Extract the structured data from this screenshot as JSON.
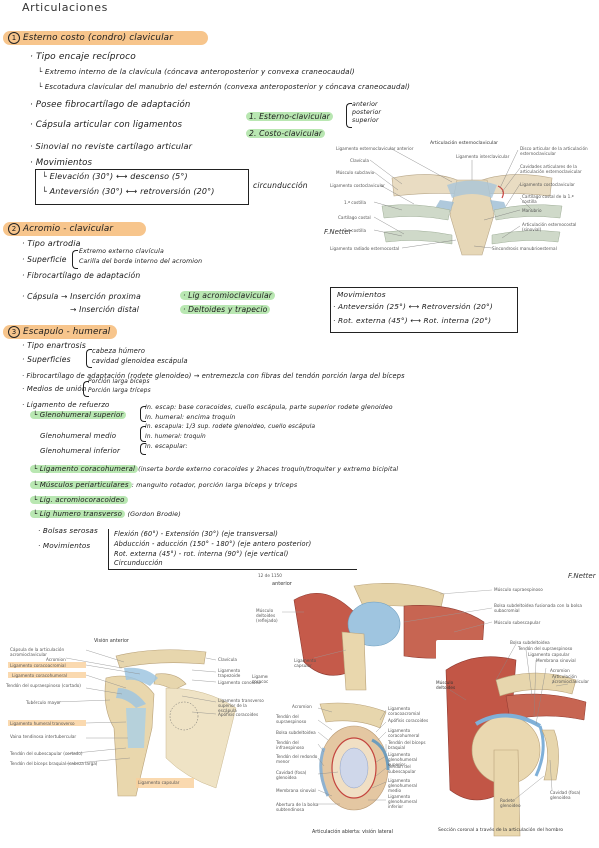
{
  "title": "Articulaciones",
  "s1": {
    "num": "1",
    "heading": "Esterno costo (condro) clavicular",
    "tipo": "· Tipo encaje recíproco",
    "sup1": "└ Extremo interno de la clavícula (cóncava anteroposterior y convexa craneocaudal)",
    "sup2": "└ Escotadura clavicular del manubrio del esternón (convexa anteroposterior y cóncava craneocaudal)",
    "fibro": "· Posee fibrocartílago de adaptación",
    "capsula": "· Cápsula articular con ligamentos",
    "lig1": "1. Esterno-clavicular",
    "lig2": "2. Costo-clavicular",
    "lig1_parts": [
      "anterior",
      "posterior",
      "superior"
    ],
    "sinovial": "· Sinovial no reviste cartílago articular",
    "mov_label": "· Movimientos",
    "mov1": "└ Elevación (30°) ⟷ descenso (5°)",
    "mov2": "└ Anteversión (30°) ⟷ retroversión (20°)",
    "circ": "circunducción",
    "fig_title": "Articulación esternoclavicular",
    "fig_labels": [
      "Ligamento esternoclavicular anterior",
      "Clavícula",
      "Músculo subclavio",
      "Ligamento costoclavicular",
      "1.ª costilla",
      "Cartílago costal",
      "2.ª costilla",
      "Ligamento radiado esternocostal",
      "Ligamento interclavicular",
      "Disco articular de la articulación esternoclavicular",
      "Cavidades articulares de la articulación esternoclavicular",
      "Ligamento costoclavicular",
      "Cartílago costal de la 1.ª costilla",
      "Manubrio",
      "Articulación esternocostal (sinovial)",
      "Sincondrosis manubrioesternal"
    ],
    "signature": "F.Netter"
  },
  "s2": {
    "num": "2",
    "heading": "Acromio - clavicular",
    "tipo": "· Tipo artrodia",
    "sup_label": "· Superficie",
    "sup1": "Extremo externo clavícula",
    "sup2": "Carilla del borde interno del acromion",
    "fibro": "· Fibrocartílago de adaptación",
    "capsula": "· Cápsula → Inserción proxima",
    "cap2": "→ Inserción distal",
    "lig1": "· Lig acromioclavicular",
    "lig2": "· Deltoides y trapecio",
    "mov_label": "Movimientos",
    "mov1": "· Anteversión (25°) ⟷ Retroversión (20°)",
    "mov2": "· Rot. externa (45°) ⟷ Rot. interna (20°)",
    "signature": "F.Netter"
  },
  "s3": {
    "num": "3",
    "heading": "Escapulo - humeral",
    "tipo": "· Tipo enartrosis",
    "sup_label": "· Superficies",
    "sup1": "cabeza húmero",
    "sup2": "cavidad glenoidea escápula",
    "fibro": "· Fibrocartílago de adaptación (rodete glenoideo) → entremezcla con fibras del tendón porción larga del bíceps",
    "medios_label": "· Medios de unión",
    "medios1": "Porción larga bíceps",
    "medios2": "Porción larga tríceps",
    "lig_ref": "· Ligamento de refuerzo",
    "gh_sup": "└ Glenohumeral superior",
    "gh_sup1": "In. escap: base coracoides, cuello escápula, parte superior rodete glenoideo",
    "gh_sup2": "In. humeral: encima troquín",
    "gh_med": "Glenohumeral medio",
    "gh_med1": "In. escapula: 1/3 sup. rodete glenoideo, cuello escápula",
    "gh_med2": "In. humeral: troquín",
    "gh_inf": "Glenohumeral inferior",
    "gh_inf1": "In. escapular:",
    "coraco": "└ Ligamento coracohumeral",
    "coraco_rest": "(inserta borde externo coracoides y 2haces troquín/troquiter y extremo bicipital",
    "musculos": "└ Músculos periarticulares",
    "musculos_rest": ": manguito rotador, porción larga bíceps y tríceps",
    "lig_acr": "└ Lig. acromiocoracoideo",
    "lig_hum": "└ Lig humero transverso",
    "lig_hum_rest": "(Gordon Brodie)",
    "bolsas": "· Bolsas serosas",
    "mov_label": "· Movimientos",
    "mov1": "Flexión (60°) - Extensión (30°) (eje transversal)",
    "mov2": "Abducción - aducción (150° - 180°) (eje antero posterior)",
    "mov3": "Rot. externa (45°) - rot. interna (90°) (eje vertical)",
    "mov4": "Circunducción",
    "fig_anterior_title": "Visión anterior",
    "fig_anterior_labels": [
      "Cápsula de la articulación acromioclavicular",
      "Acromion",
      "Ligamento coracoacromial",
      "Tendón del supraespinoso (cortado)",
      "Ligamento coracohumeral",
      "Tubérculo mayor",
      "Ligamento humeral transverso",
      "Vaina tendinosa intertubercular",
      "Tendón del subescapular (cortado)",
      "Tendón del bíceps braquial (cabeza larga)",
      "Clavícula",
      "Ligamento trapezoide",
      "Ligamento conoideo",
      "Ligamento coracoclavicular",
      "Apófisis coracoides",
      "Ligamento transverso superior de la escápula",
      "Ligamento capsular"
    ],
    "fig_right_title": "anterior",
    "fig_right_labels": [
      "Músculo supraespinoso",
      "Bolsa subdeltoidea fusionada con la bolsa subacromial",
      "Músculo subescapular",
      "Músculo deltoides (reflejado)",
      "Ligamento capsular"
    ],
    "fig_open_title": "Articulación abierta: visión lateral",
    "fig_open_labels": [
      "Acromion",
      "Tendón del supraespinoso",
      "Bolsa subdeltoidea",
      "Tendón del infraespinoso",
      "Tendón del redondo menor",
      "Cavidad (fosa) glenoidea",
      "Membrana sinovial",
      "Abertura de la bolsa subtendinosa",
      "Ligamento coracoacromial",
      "Apófisis coracoides",
      "Ligamento coracohumeral",
      "Tendón del bíceps braquial",
      "Ligamento glenohumeral superior",
      "Tendón del subescapular",
      "Ligamento glenohumeral medio",
      "Ligamento glenohumeral inferior"
    ],
    "fig_coronal_title": "Sección coronal a través de la articulación del hombro",
    "fig_coronal_labels": [
      "Bolsa subdeltoidea",
      "Tendón del supraespinoso",
      "Ligamento capsular",
      "Membrana sinovial",
      "Acromion",
      "Articulación acromioclavicular",
      "Músculo deltoides",
      "Cavidad (fosa) glenoidea",
      "Rodete glenoideo"
    ],
    "page_num": "12 de 1150",
    "signature": "F.Netter"
  },
  "colors": {
    "banner": "#f7c58c",
    "highlight": "#b9e7b2"
  }
}
